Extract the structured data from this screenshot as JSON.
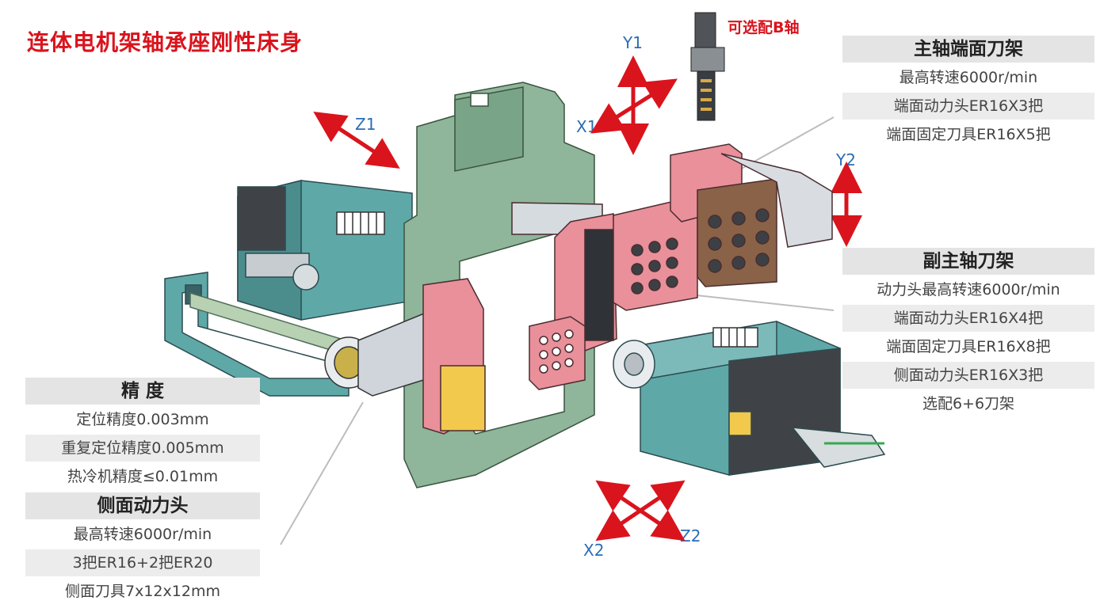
{
  "title": "连体电机架轴承座刚性床身",
  "b_axis_option": "可选配B轴",
  "axes": {
    "y1": "Y1",
    "x1": "X1",
    "z1": "Z1",
    "y2": "Y2",
    "x2": "X2",
    "z2": "Z2"
  },
  "panels": {
    "main_spindle_face_turret": {
      "heading": "主轴端面刀架",
      "lines": [
        "最高转速6000r/min",
        "端面动力头ER16X3把",
        "端面固定刀具ER16X5把"
      ]
    },
    "sub_spindle_turret": {
      "heading": "副主轴刀架",
      "lines": [
        "动力头最高转速6000r/min",
        "端面动力头ER16X4把",
        "端面固定刀具ER16X8把",
        "侧面动力头ER16X3把",
        "选配6+6刀架"
      ]
    },
    "precision": {
      "heading": "精 度",
      "lines": [
        "定位精度0.003mm",
        "重复定位精度0.005mm",
        "热冷机精度≤0.01mm"
      ]
    },
    "side_live_tool": {
      "heading": "侧面动力头",
      "lines": [
        "最高转速6000r/min",
        "3把ER16+2把ER20",
        "侧面刀具7x12x12mm"
      ]
    }
  },
  "colors": {
    "accent_red": "#d9141d",
    "axis_blue": "#2a6db5",
    "frame_green": "#8fb59a",
    "spindle_teal": "#5fa8a8",
    "turret_pink": "#e9909a"
  }
}
